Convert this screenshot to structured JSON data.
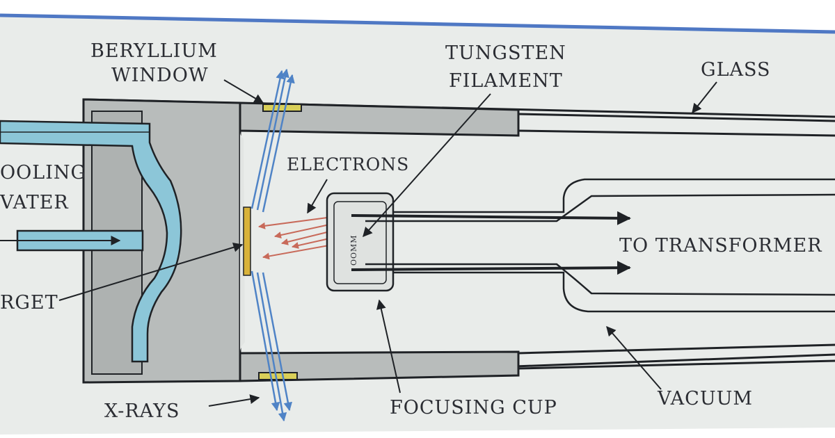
{
  "colors": {
    "paper": "#e9ecea",
    "housing": "#b8bcbb",
    "line": "#1f2226",
    "water": "#8cc6d8",
    "target": "#d8b23a",
    "window": "#d9cf58",
    "electron_arrow": "#c86a5a",
    "xray_arrow": "#4f83c6",
    "top_edge": "#4f78c4"
  },
  "labels": {
    "beryllium": "BERYLLIUM",
    "window": "WINDOW",
    "tungsten": "TUNGSTEN",
    "filament": "FILAMENT",
    "glass": "GLASS",
    "cooling": "OOLING",
    "water": "VATER",
    "electrons": "ELECTRONS",
    "to_transformer": "TO TRANSFORMER",
    "target": "RGET",
    "xrays": "X-RAYS",
    "focusing_cup": "FOCUSING CUP",
    "vacuum": "VACUUM",
    "filament_mark": "OOMM"
  }
}
